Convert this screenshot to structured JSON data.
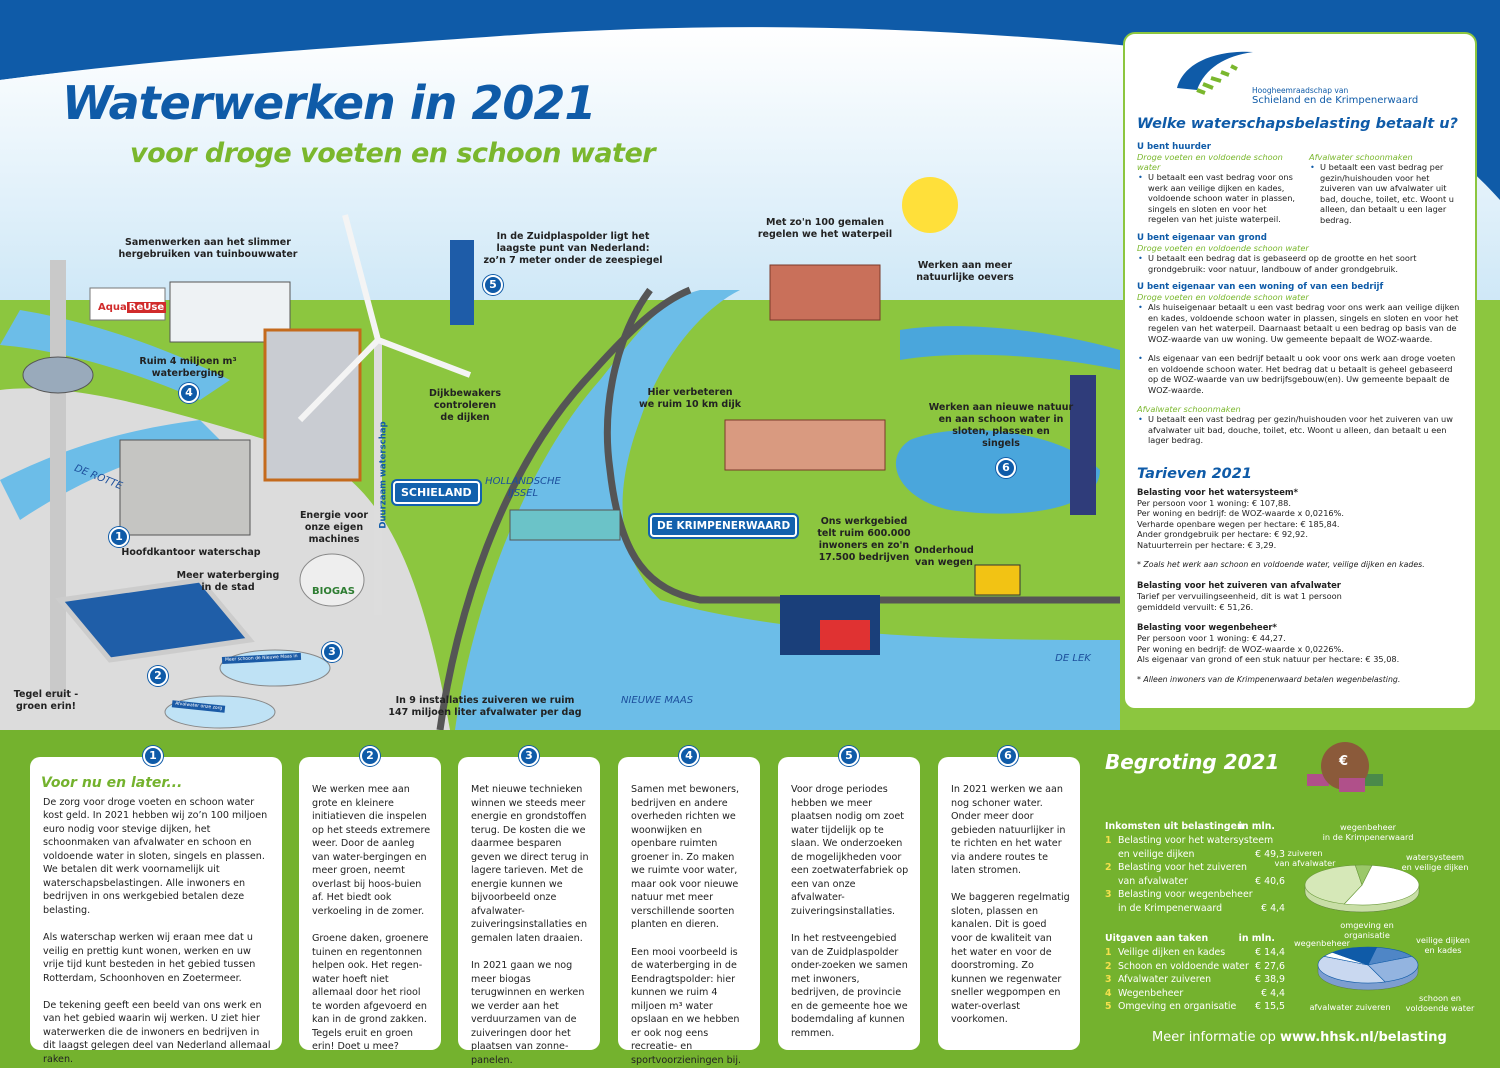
{
  "title": "Waterwerken in 2021",
  "subtitle": "voor droge voeten en schoon water",
  "colors": {
    "blue": "#0f5ba8",
    "green": "#74b22e",
    "light_green": "#8cc63f",
    "sky": "#cfe8f7",
    "water": "#5fb4e3"
  },
  "scene": {
    "labels": {
      "tuinbouw": [
        "Samenwerken aan het slimmer",
        "hergebruiken van tuinbouwwater"
      ],
      "waterberging": [
        "Ruim 4 miljoen m³",
        "waterberging"
      ],
      "zuidplas": [
        "In de Zuidplaspolder ligt het",
        "laagste punt van Nederland:",
        "zo’n 7 meter onder de zeespiegel"
      ],
      "gemalen": [
        "Met zo'n 100 gemalen",
        "regelen we het waterpeil"
      ],
      "oevers": [
        "Werken aan meer",
        "natuurlijke oevers"
      ],
      "dijkbewakers": [
        "Dijkbewakers",
        "controleren",
        "de dijken"
      ],
      "dijk": [
        "Hier verbeteren",
        "we ruim 10 km dijk"
      ],
      "natuur": [
        "Werken aan nieuwe natuur",
        "en aan schoon water in",
        "sloten, plassen en",
        "singels"
      ],
      "hoofdkantoor": [
        "Hoofdkantoor waterschap"
      ],
      "energie": [
        "Energie voor",
        "onze eigen",
        "machines"
      ],
      "werkgebied": [
        "Ons werkgebied",
        "telt ruim 600.000",
        "inwoners en zo'n",
        "17.500 bedrijven"
      ],
      "wegen": [
        "Onderhoud",
        "van wegen"
      ],
      "stad": [
        "Meer waterberging",
        "in de stad"
      ],
      "tegel": [
        "Tegel eruit -",
        "groen erin!"
      ],
      "installaties": [
        "In 9 installaties zuiveren we ruim",
        "147 miljoen liter afvalwater per dag"
      ]
    },
    "rivers": {
      "rotte": "DE ROTTE",
      "ijssel": [
        "HOLLANDSCHE",
        "IJSSEL"
      ],
      "maas": "NIEUWE MAAS",
      "lek": "DE LEK"
    },
    "signs": {
      "schieland": "SCHIELAND",
      "krimpenerwaard": "DE KRIMPENERWAARD"
    },
    "biogas": "BIOGAS",
    "aquareuse": [
      "Aqua",
      "ReUse"
    ],
    "chimney_text": "Duurzaam waterschap",
    "tank_labels": [
      "Meer schoon de Nieuwe Maas in",
      "Afvalwater onze zorg"
    ],
    "markers": [
      "1",
      "2",
      "3",
      "4",
      "5",
      "6"
    ]
  },
  "panel": {
    "logo": [
      "Hoogheemraadschap van",
      "Schieland en de Krimpenerwaard"
    ],
    "heading": "Welke waterschapsbelasting betaalt u?",
    "huurder": {
      "title": "U bent huurder",
      "col1_sub": "Droge voeten en voldoende schoon water",
      "col1_text": "U betaalt een vast bedrag voor ons werk aan veilige dijken en kades, voldoende schoon water in plassen, singels en sloten en voor het regelen van het juiste waterpeil.",
      "col2_sub": "Afvalwater schoonmaken",
      "col2_text": "U betaalt een vast bedrag per gezin/huishouden voor het zuiveren van uw afvalwater uit bad, douche, toilet, etc. Woont u alleen, dan betaalt u een lager bedrag."
    },
    "grond": {
      "title": "U bent eigenaar van grond",
      "sub": "Droge voeten en voldoende schoon water",
      "text": "U betaalt een bedrag dat is gebaseerd op de grootte en het soort grondgebruik: voor natuur, landbouw of ander grondgebruik."
    },
    "woning": {
      "title": "U bent eigenaar van een woning of van een bedrijf",
      "sub": "Droge voeten en voldoende schoon water",
      "text1": "Als huiseigenaar betaalt u een vast bedrag voor ons werk aan veilige dijken en kades, voldoende schoon water in plassen, singels en sloten en voor het regelen van het waterpeil. Daarnaast betaalt u een bedrag op basis van de WOZ-waarde van uw woning. Uw gemeente bepaalt de WOZ-waarde.",
      "text2": "Als eigenaar van een bedrijf betaalt u ook voor ons werk aan droge voeten en voldoende schoon water. Het bedrag dat u betaalt is geheel gebaseerd op de WOZ-waarde van uw bedrijfsgebouw(en). Uw gemeente bepaalt de WOZ-waarde.",
      "sub2": "Afvalwater schoonmaken",
      "text3": "U betaalt een vast bedrag per gezin/huishouden voor het zuiveren van uw afvalwater uit bad, douche, toilet, etc. Woont u alleen, dan betaalt u een lager bedrag."
    },
    "tarieven": {
      "heading": "Tarieven 2021",
      "ws_title": "Belasting voor het watersysteem*",
      "ws_lines": [
        "Per persoon voor 1 woning: € 107,88.",
        "Per woning en bedrijf: de WOZ-waarde x 0,0216%.",
        "Verharde openbare wegen per hectare: € 185,84.",
        "Ander grondgebruik per hectare: € 92,92.",
        "Natuurterrein per hectare: € 3,29."
      ],
      "ws_note": "* Zoals het werk aan schoon en voldoende water, veilige dijken en kades.",
      "zv_title": "Belasting voor het zuiveren van afvalwater",
      "zv_lines": [
        "Tarief per vervuilingseenheid, dit is wat 1 persoon",
        "gemiddeld vervuilt: € 51,26."
      ],
      "wb_title": "Belasting voor wegenbeheer*",
      "wb_lines": [
        "Per persoon voor 1 woning: € 44,27.",
        "Per woning en bedrijf: de WOZ-waarde x 0,0226%.",
        "Als eigenaar van grond of een stuk natuur per hectare: € 35,08."
      ],
      "wb_note": "* Alleen inwoners van de Krimpenerwaard betalen wegenbelasting."
    }
  },
  "cards": [
    {
      "num": "1",
      "title": "Voor nu en later...",
      "paras": [
        "De zorg voor droge voeten en schoon water kost geld. In 2021 hebben wij zo’n 100 miljoen euro nodig voor stevige dijken, het schoonmaken van afvalwater en schoon en voldoende water in sloten, singels en plassen. We betalen dit werk voornamelijk uit waterschapsbelastingen. Alle inwoners en bedrijven in ons werkgebied betalen deze belasting.",
        "Als waterschap werken wij eraan mee dat u veilig en prettig kunt wonen, werken en uw vrije tijd kunt besteden in het gebied tussen Rotterdam, Schoonhoven en Zoetermeer.",
        "De tekening geeft een beeld van ons werk en van het gebied waarin wij werken. U ziet hier waterwerken die de inwoners en bedrijven in dit laagst gelegen deel van Nederland allemaal raken."
      ]
    },
    {
      "num": "2",
      "paras": [
        "We werken mee aan grote en kleinere initiatieven die inspelen op het steeds extremere weer.  Door de aanleg van water-bergingen en meer groen, neemt overlast bij hoos-buien af. Het biedt ook verkoeling in de zomer.",
        "Groene daken, groenere tuinen en regentonnen helpen ook. Het regen-water hoeft niet allemaal door het riool te worden afgevoerd en kan in de grond zakken. Tegels eruit en groen erin! Doet u mee?"
      ]
    },
    {
      "num": "3",
      "paras": [
        "Met nieuwe technieken winnen we steeds meer energie en grondstoffen terug. De kosten die we daarmee besparen geven we direct terug in lagere tarieven. Met de energie kunnen we bijvoorbeeld onze afvalwater-zuiveringsinstallaties en gemalen laten draaien.",
        "In 2021 gaan we nog meer biogas terugwinnen en werken we verder aan het verduurzamen van de zuiveringen door het plaatsen van zonne-panelen."
      ]
    },
    {
      "num": "4",
      "paras": [
        "Samen met bewoners, bedrijven en andere overheden richten we woonwijken en openbare ruimten groener in. Zo maken we ruimte voor water, maar ook voor nieuwe natuur met meer verschillende soorten planten en dieren.",
        "Een mooi voorbeeld is de waterberging in de Eendragtspolder: hier kunnen we ruim 4 miljoen m³ water opslaan en we hebben er ook nog eens recreatie- en sportvoorzieningen bij."
      ]
    },
    {
      "num": "5",
      "paras": [
        "Voor droge periodes hebben we meer plaatsen nodig om zoet water tijdelijk op te slaan. We onderzoeken de mogelijkheden voor een zoetwaterfabriek op een van onze afvalwater-zuiveringsinstallaties.",
        "In het restveengebied van de Zuidplaspolder onder-zoeken we samen met inwoners, bedrijven, de provincie en de gemeente hoe we bodemdaling af kunnen remmen."
      ]
    },
    {
      "num": "6",
      "paras": [
        "In 2021 werken we aan nog schoner water. Onder meer door gebieden natuurlijker in te richten en het water via andere routes te laten stromen.",
        "We baggeren regelmatig sloten, plassen en kanalen. Dit is goed voor de kwaliteit van het water en voor de doorstroming. Zo kunnen we regenwater sneller wegpompen en water-overlast voorkomen."
      ]
    }
  ],
  "budget": {
    "title": "Begroting 2021",
    "money_bag_symbol": "€",
    "more_info_prefix": "Meer informatie op",
    "more_info_url": "www.hhsk.nl/belasting"
  },
  "chart_data": [
    {
      "type": "pie",
      "title": "Inkomsten uit belastingen",
      "unit": "in mln.",
      "rows": [
        {
          "num": "1",
          "label": [
            "Belasting voor het watersysteem",
            "en veilige dijken"
          ],
          "display": "€ 49,3",
          "value": 49.3
        },
        {
          "num": "2",
          "label": [
            "Belasting voor het zuiveren",
            "van afvalwater"
          ],
          "display": "€ 40,6",
          "value": 40.6
        },
        {
          "num": "3",
          "label": [
            "Belasting voor wegenbeheer",
            "in de Krimpenerwaard"
          ],
          "display": "€ 4,4",
          "value": 4.4
        }
      ],
      "slice_labels": [
        [
          "watersysteem",
          "en veilige dijken"
        ],
        [
          "zuiveren",
          "van afvalwater"
        ],
        [
          "wegenbeheer",
          "in de Krimpenerwaard"
        ]
      ],
      "slice_colors": [
        "#ffffff",
        "#d6e8b8",
        "#9bc86a"
      ]
    },
    {
      "type": "pie",
      "title": "Uitgaven aan taken",
      "unit": "in mln.",
      "rows": [
        {
          "num": "1",
          "label": [
            "Veilige dijken en kades"
          ],
          "display": "€ 14,4",
          "value": 14.4
        },
        {
          "num": "2",
          "label": [
            "Schoon en voldoende water"
          ],
          "display": "€ 27,6",
          "value": 27.6
        },
        {
          "num": "3",
          "label": [
            "Afvalwater zuiveren"
          ],
          "display": "€ 38,9",
          "value": 38.9
        },
        {
          "num": "4",
          "label": [
            "Wegenbeheer"
          ],
          "display": "€ 4,4",
          "value": 4.4
        },
        {
          "num": "5",
          "label": [
            "Omgeving en organisatie"
          ],
          "display": "€ 15,5",
          "value": 15.5
        }
      ],
      "slice_labels": [
        [
          "veilige dijken",
          "en kades"
        ],
        [
          "schoon en",
          "voldoende water"
        ],
        [
          "afvalwater zuiveren"
        ],
        [
          "wegenbeheer"
        ],
        [
          "omgeving en",
          "organisatie"
        ]
      ],
      "slice_colors": [
        "#4f86c6",
        "#93b4e0",
        "#c9d8f0",
        "#ffffff",
        "#0f5ba8"
      ]
    }
  ]
}
